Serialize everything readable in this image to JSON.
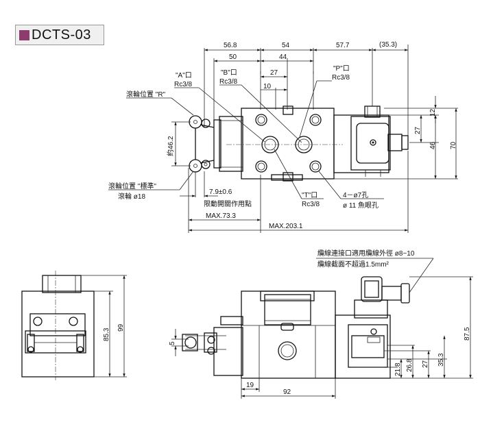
{
  "title": "DCTS-03",
  "colors": {
    "title_square": "#8e3b6e",
    "title_bg": "#f0f0f0"
  },
  "top_view": {
    "dims_top": [
      "56.8",
      "54",
      "57.7",
      "(35.3)",
      "50",
      "44",
      "27",
      "10"
    ],
    "dims_right": [
      "12",
      "27",
      "46",
      "70"
    ],
    "dim_left": "約46.2",
    "dim_stroke": "7.9±0.6",
    "dim_max_short": "MAX.73.3",
    "dim_max_long": "MAX.203.1",
    "port_a": "\"A\"口",
    "port_a_thread": "Rc3/8",
    "port_b": "\"B\"口",
    "port_b_thread": "Rc3/8",
    "port_p": "\"P\"口",
    "port_p_thread": "Rc3/8",
    "port_t": "\"T\"口",
    "port_t_thread": "Rc3/8",
    "roller_r": "滾輪位置 \"R\"",
    "roller_std": "滾輪位置 \"標準\"",
    "roller_dia": "滾輪 ø18",
    "limit_point": "限動開關作用點",
    "holes": "4－ø7孔",
    "counterbore": "ø 11 魚眼孔"
  },
  "side_view": {
    "dims_left_view": [
      "85.3",
      "99"
    ],
    "cable_note_1": "纜線連接口適用纜線外徑 ø8~10",
    "cable_note_2": "纜線截面不超過1.5mm²",
    "dims_front": [
      "5",
      "19",
      "92",
      "87.5",
      "21.8",
      "26.8",
      "27",
      "35.3"
    ]
  }
}
